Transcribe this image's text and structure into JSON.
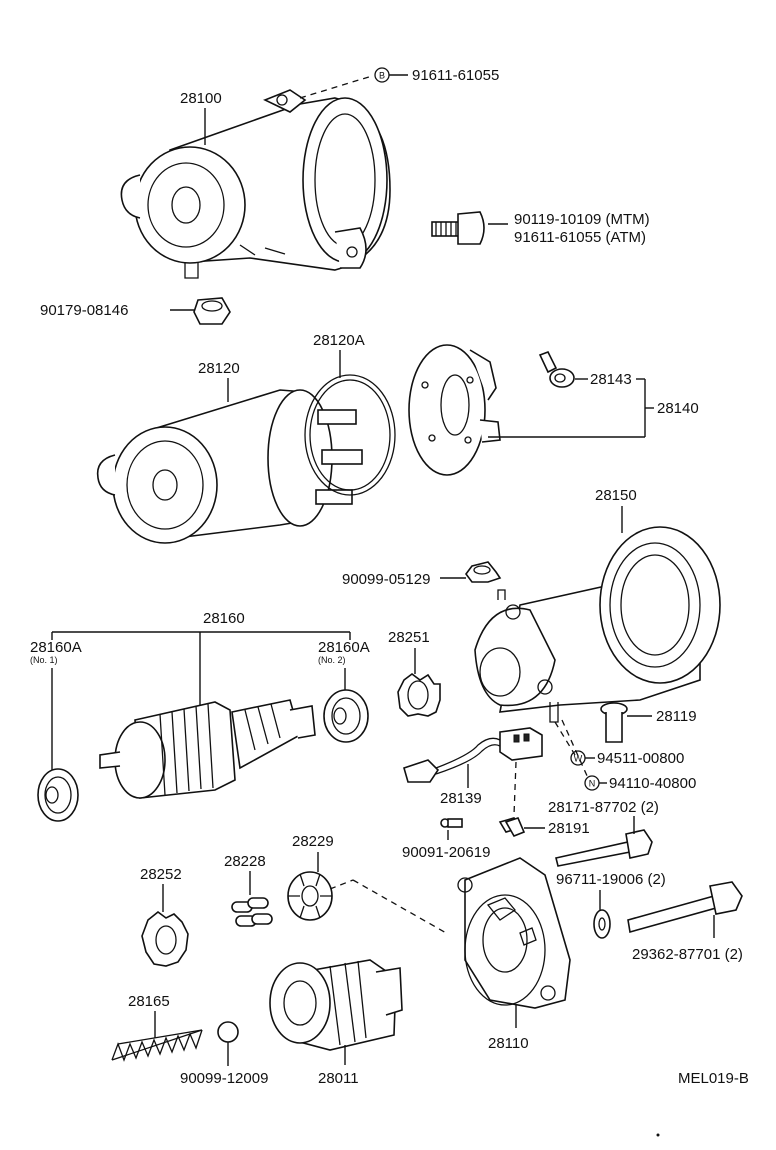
{
  "labels": {
    "p28100": "28100",
    "p91611_top": "91611-61055",
    "marker_b": "B",
    "p90119": "90119-10109 (MTM)",
    "p91611_atm": "91611-61055 (ATM)",
    "p90179": "90179-08146",
    "p28120A": "28120A",
    "p28120": "28120",
    "p28143": "28143",
    "p28140": "28140",
    "p28150": "28150",
    "p90099_05129": "90099-05129",
    "p28160": "28160",
    "p28160A_1": "28160A",
    "no1": "(No. 1)",
    "p28160A_2": "28160A",
    "no2": "(No. 2)",
    "p28251": "28251",
    "p28119": "28119",
    "marker_w": "W",
    "p94511": "94511-00800",
    "marker_n": "N",
    "p94110": "94110-40800",
    "p28139": "28139",
    "p28171": "28171-87702 (2)",
    "p28191": "28191",
    "p90091": "90091-20619",
    "p28229": "28229",
    "p28228": "28228",
    "p28252": "28252",
    "p96711": "96711-19006 (2)",
    "p29362": "29362-87701 (2)",
    "p28165": "28165",
    "p28110": "28110",
    "p90099_12009": "90099-12009",
    "p28011": "28011",
    "code": "MEL019-B"
  }
}
